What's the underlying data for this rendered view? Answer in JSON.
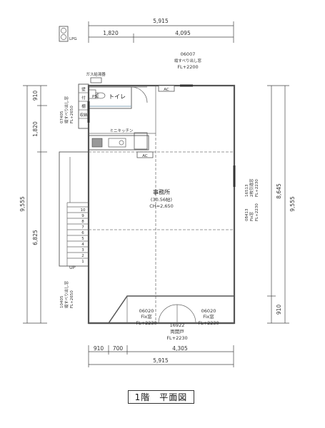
{
  "dims": {
    "top_total": "5,915",
    "top_left": "1,820",
    "top_right": "4,095",
    "bottom_a": "910",
    "bottom_b": "700",
    "bottom_c": "4,305",
    "bottom_total": "5,915",
    "left_a": "910",
    "left_b": "1,820",
    "left_c": "6,825",
    "left_total": "9,555",
    "right_a": "8,645",
    "right_b": "910",
    "right_total": "9,555"
  },
  "labels": {
    "lpg": "LPG",
    "gas_heater": "ガス給湯器",
    "ps": "PS",
    "toilet": "トイレ",
    "mini_kitchen": "ミニキッチン",
    "ac1": "AC",
    "ac2": "AC",
    "office_name": "事務所",
    "office_area": "(30.56帖)",
    "office_ch": "CH=2,650",
    "up": "UP",
    "storage_1": "壁",
    "storage_2": "付",
    "storage_3": "棚",
    "storage_4": "収納",
    "stair_numbers": [
      "10",
      "9",
      "8",
      "7",
      "6",
      "5",
      "4",
      "3",
      "2",
      "1"
    ]
  },
  "windows": {
    "w06007": [
      "06007",
      "縦すべり出し窓",
      "FL+2200"
    ],
    "w07405": [
      "07405",
      "縦すべり出し窓",
      "FL+2650"
    ],
    "w10405": [
      "10405",
      "縦すべり出し窓",
      "FL+2650"
    ],
    "w16513": [
      "16513",
      "2枚引違窓",
      "FL+2230"
    ],
    "w08413": [
      "08413",
      "Fix窓",
      "FL+2230"
    ],
    "w06020a": [
      "06020",
      "Fix窓",
      "FL+2230"
    ],
    "w06020b": [
      "06020",
      "Fix窓",
      "FL+2230"
    ],
    "door16922": [
      "16922",
      "両開戸",
      "FL+2230"
    ]
  },
  "title": "1階　平面図"
}
